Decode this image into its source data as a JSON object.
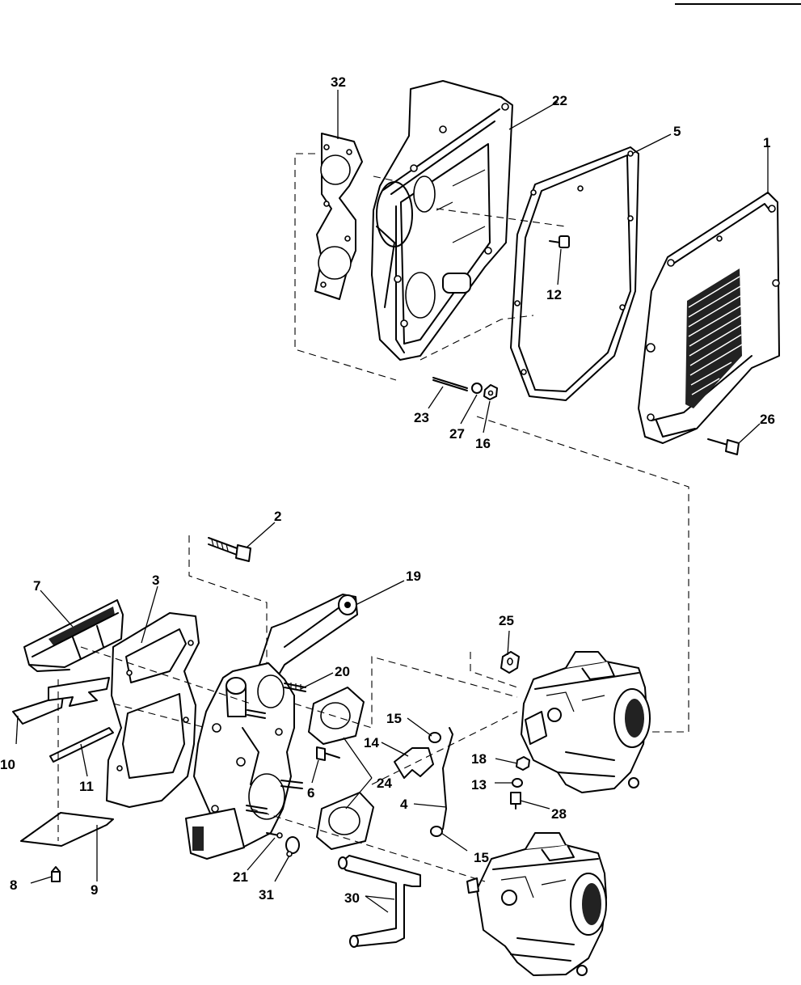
{
  "callouts": [
    {
      "id": "1",
      "label": "1"
    },
    {
      "id": "2",
      "label": "2"
    },
    {
      "id": "3",
      "label": "3"
    },
    {
      "id": "4",
      "label": "4"
    },
    {
      "id": "5",
      "label": "5"
    },
    {
      "id": "6",
      "label": "6"
    },
    {
      "id": "7",
      "label": "7"
    },
    {
      "id": "8",
      "label": "8"
    },
    {
      "id": "9",
      "label": "9"
    },
    {
      "id": "10",
      "label": "10"
    },
    {
      "id": "11",
      "label": "11"
    },
    {
      "id": "12",
      "label": "12"
    },
    {
      "id": "13",
      "label": "13"
    },
    {
      "id": "14",
      "label": "14"
    },
    {
      "id": "15a",
      "label": "15"
    },
    {
      "id": "15b",
      "label": "15"
    },
    {
      "id": "16",
      "label": "16"
    },
    {
      "id": "18",
      "label": "18"
    },
    {
      "id": "19",
      "label": "19"
    },
    {
      "id": "20",
      "label": "20"
    },
    {
      "id": "21",
      "label": "21"
    },
    {
      "id": "22",
      "label": "22"
    },
    {
      "id": "23",
      "label": "23"
    },
    {
      "id": "24",
      "label": "24"
    },
    {
      "id": "25",
      "label": "25"
    },
    {
      "id": "26",
      "label": "26"
    },
    {
      "id": "27",
      "label": "27"
    },
    {
      "id": "28",
      "label": "28"
    },
    {
      "id": "30",
      "label": "30"
    },
    {
      "id": "31",
      "label": "31"
    },
    {
      "id": "32",
      "label": "32"
    }
  ]
}
